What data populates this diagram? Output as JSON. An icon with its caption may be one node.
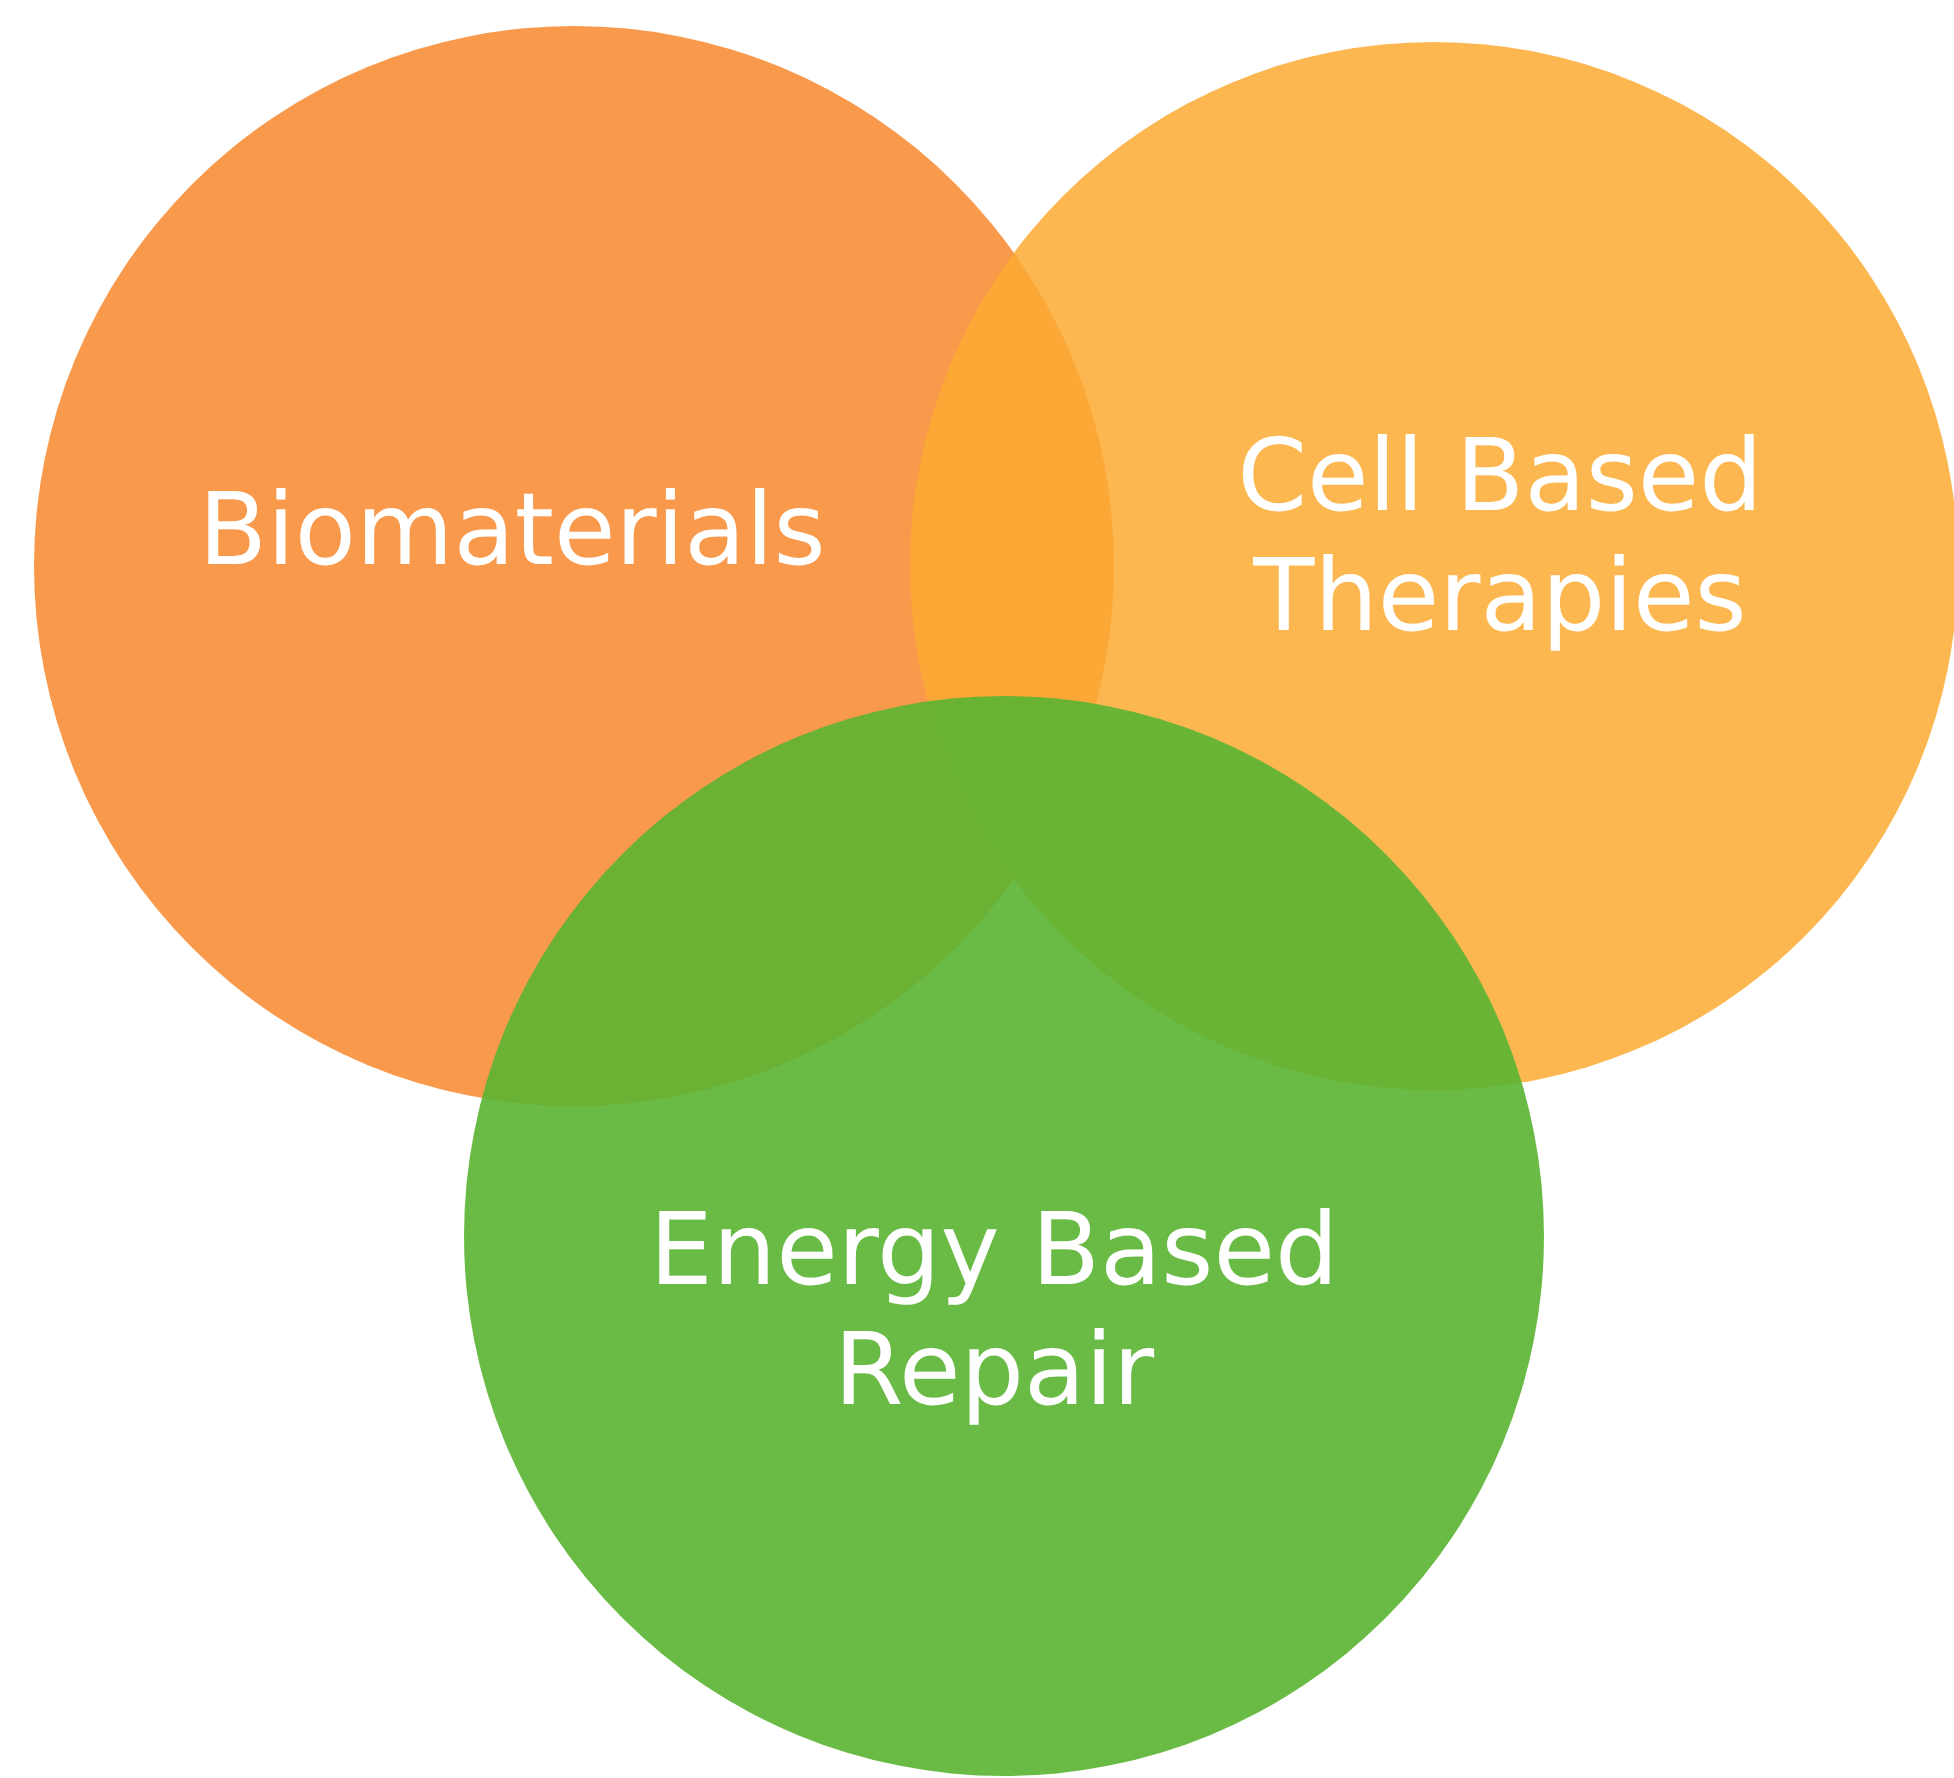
{
  "diagram": {
    "nodes": [
      {
        "text": [
          "Biomaterials"
        ]
      },
      {
        "text": [
          "Cell Based Therapies"
        ]
      },
      {
        "text": [
          "Energy Based Repair"
        ]
      }
    ]
  }
}
